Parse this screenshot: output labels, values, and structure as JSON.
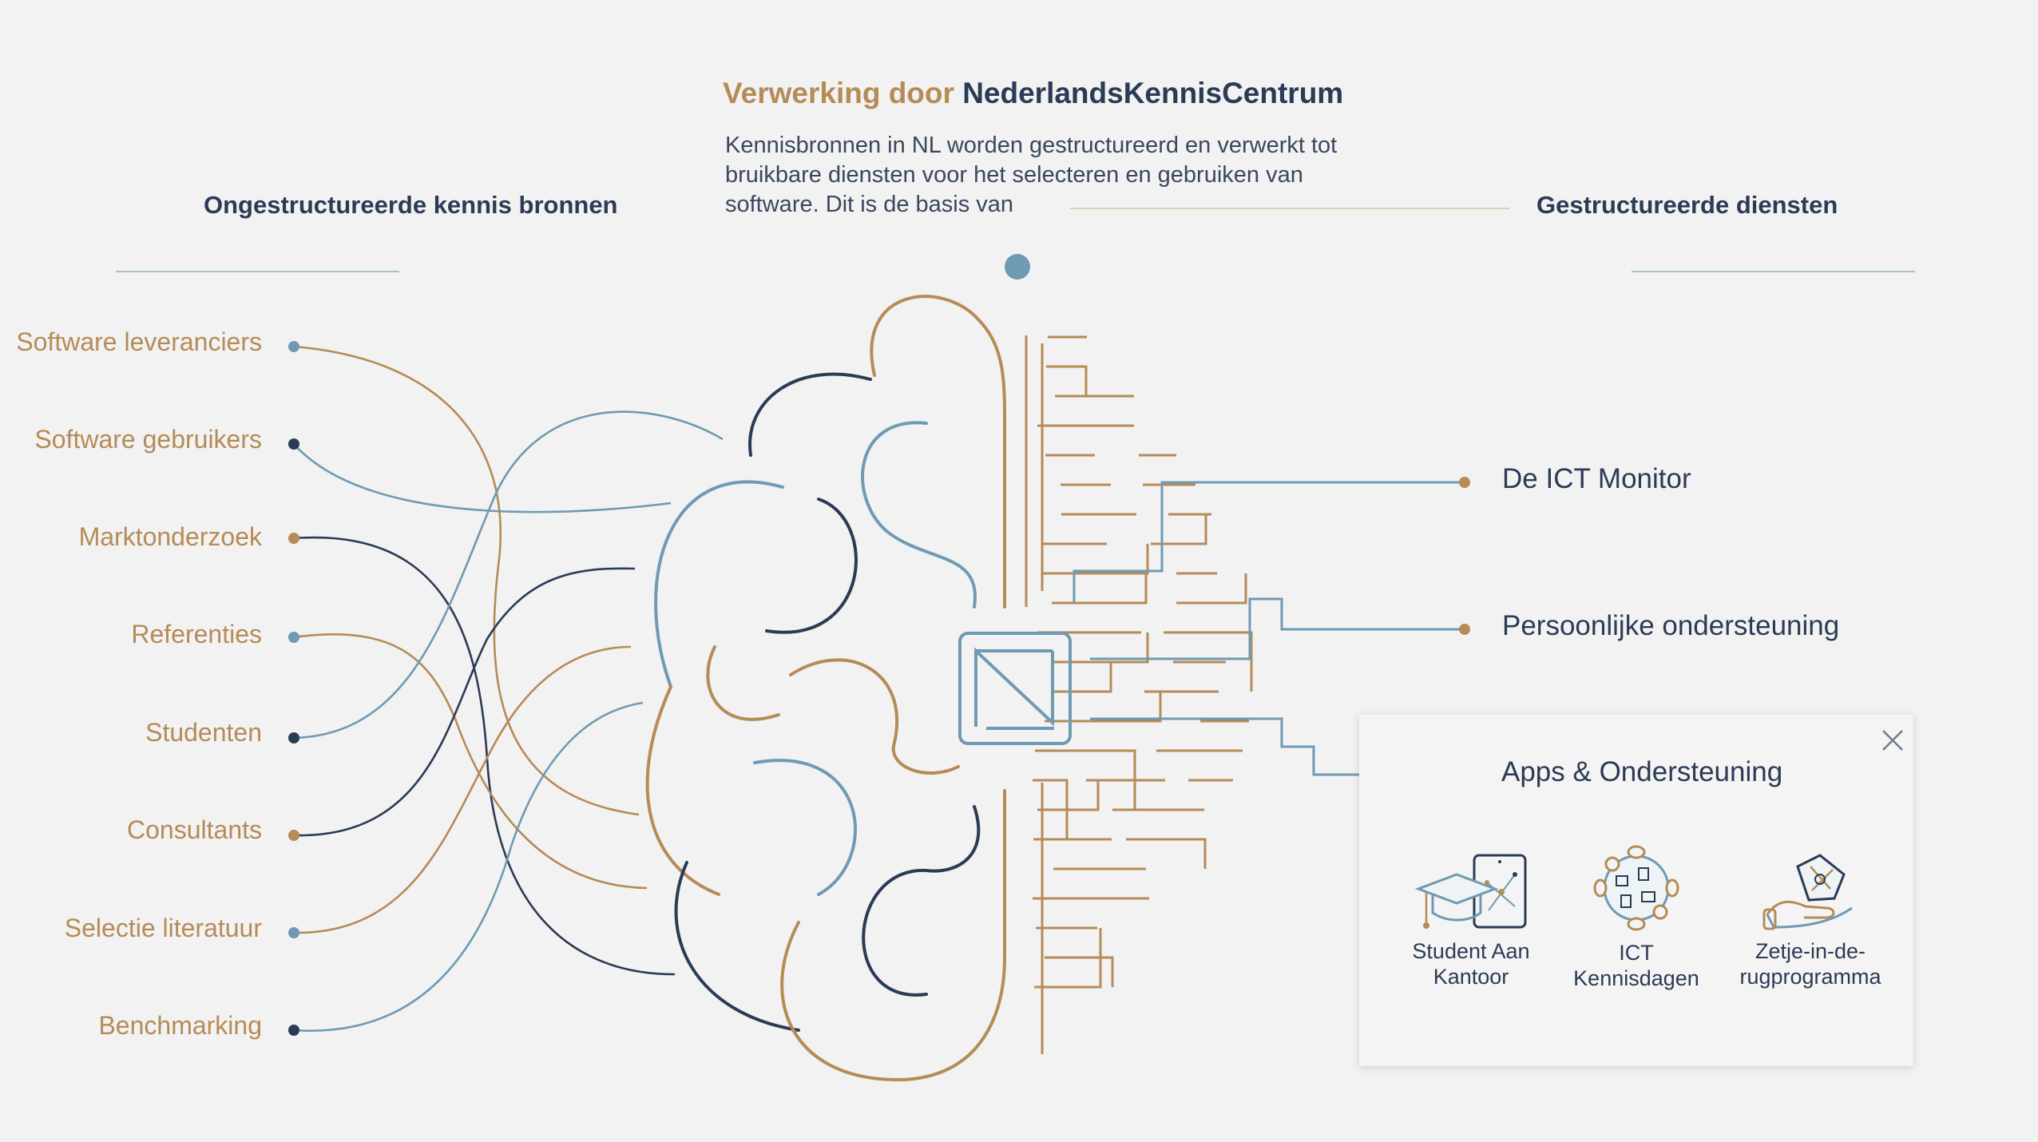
{
  "header": {
    "title_part1": "Verwerking door",
    "title_part2": "NederlandsKennisCentrum",
    "description": "Kennisbronnen in NL worden gestructureerd en verwerkt tot bruikbare diensten voor het selecteren en gebruiken van software. Dit is de basis van"
  },
  "left_column": {
    "heading": "Ongestructureerde kennis bronnen",
    "sources": [
      {
        "label": "Software leveranciers"
      },
      {
        "label": "Software gebruikers"
      },
      {
        "label": "Marktonderzoek"
      },
      {
        "label": "Referenties"
      },
      {
        "label": "Studenten"
      },
      {
        "label": "Consultants"
      },
      {
        "label": "Selectie literatuur"
      },
      {
        "label": "Benchmarking"
      }
    ]
  },
  "right_column": {
    "heading": "Gestructureerde diensten",
    "services": [
      {
        "label": "De ICT Monitor"
      },
      {
        "label": "Persoonlijke ondersteuning"
      }
    ]
  },
  "panel": {
    "title": "Apps & Ondersteuning",
    "close_icon": "close-icon",
    "apps": [
      {
        "label": "Student Aan Kantoor",
        "icon": "graduation-tablet-icon"
      },
      {
        "label": "ICT Kennisdagen",
        "icon": "meeting-table-icon"
      },
      {
        "label": "Zetje-in-de-rugprogramma",
        "icon": "puzzle-hand-icon"
      }
    ]
  },
  "colors": {
    "gold": "#b58b57",
    "navy": "#2b3b55",
    "blue": "#6f9ab3",
    "background": "#f2f2f2"
  }
}
